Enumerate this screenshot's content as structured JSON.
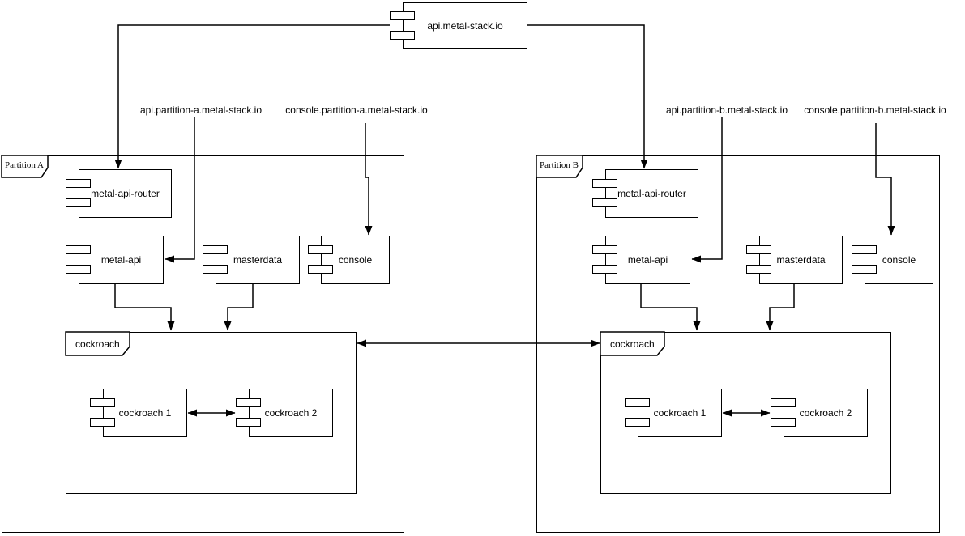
{
  "canvas": {
    "background": "#ffffff",
    "stroke_color": "#000000"
  },
  "top_component": {
    "label": "api.metal-stack.io"
  },
  "dns_labels": {
    "api_partition_a": "api.partition-a.metal-stack.io",
    "console_partition_a": "console.partition-a.metal-stack.io",
    "api_partition_b": "api.partition-b.metal-stack.io",
    "console_partition_b": "console.partition-b.metal-stack.io"
  },
  "partition_a": {
    "title": "Partition A",
    "components": {
      "metal_api_router": "metal-api-router",
      "metal_api": "metal-api",
      "masterdata": "masterdata",
      "console": "console"
    },
    "cockroach": {
      "title": "cockroach",
      "node1": "cockroach 1",
      "node2": "cockroach 2"
    }
  },
  "partition_b": {
    "title": "Partition B",
    "components": {
      "metal_api_router": "metal-api-router",
      "metal_api": "metal-api",
      "masterdata": "masterdata",
      "console": "console"
    },
    "cockroach": {
      "title": "cockroach",
      "node1": "cockroach 1",
      "node2": "cockroach 2"
    }
  }
}
